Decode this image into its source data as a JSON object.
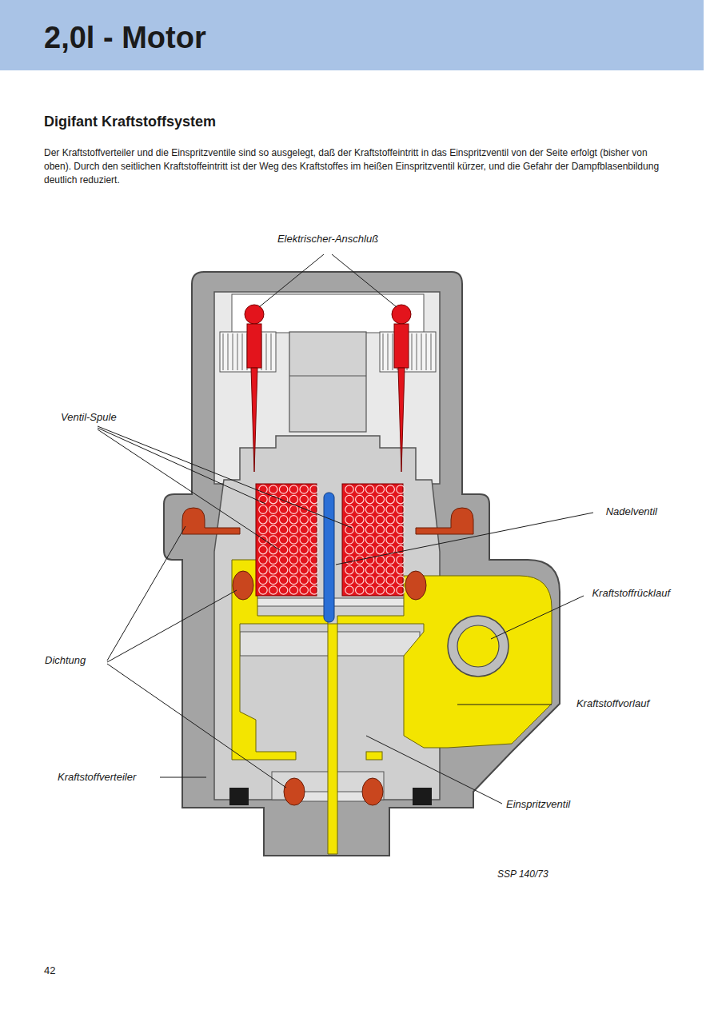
{
  "diagram": {
    "title": "2,0l - Motor",
    "labels": [
      "Digifant Kraftstoffsystem",
      "Der Kraftstoffverteiler und die Einspritzventile sind so ausgelegt, daß der Kraftstoffeintritt in das Einspritzventil von der Seite erfolgt (bisher von oben). Durch den seitlichen Kraftstoffeintritt ist der Weg des Kraftstoffes im heißen Einspritzventil kürzer, und die Gefahr der Dampfblasenbildung deutlich reduziert.",
      "Elektrischer-Anschluß",
      "Ventil-Spule",
      "Nadelventil",
      "Kraftstoffrücklauf",
      "Dichtung",
      "Kraftstoffvorlauf",
      "Kraftstoffverteiler",
      "Einspritzventil",
      "SSP 140/73",
      "42"
    ]
  }
}
